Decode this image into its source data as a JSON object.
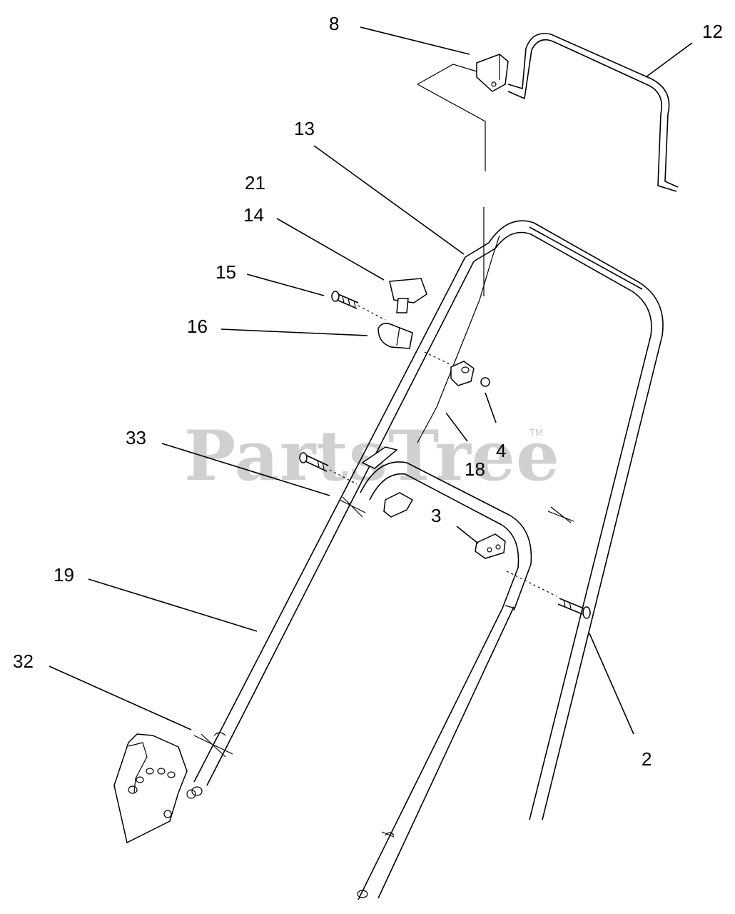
{
  "watermark": {
    "text": "PartsTree",
    "tm": "TM"
  },
  "callouts": [
    {
      "id": "8",
      "label": "8"
    },
    {
      "id": "12",
      "label": "12"
    },
    {
      "id": "13",
      "label": "13"
    },
    {
      "id": "21",
      "label": "21"
    },
    {
      "id": "14",
      "label": "14"
    },
    {
      "id": "15",
      "label": "15"
    },
    {
      "id": "16",
      "label": "16"
    },
    {
      "id": "4",
      "label": "4"
    },
    {
      "id": "18",
      "label": "18"
    },
    {
      "id": "33",
      "label": "33"
    },
    {
      "id": "3",
      "label": "3"
    },
    {
      "id": "19",
      "label": "19"
    },
    {
      "id": "32",
      "label": "32"
    },
    {
      "id": "2",
      "label": "2"
    }
  ]
}
